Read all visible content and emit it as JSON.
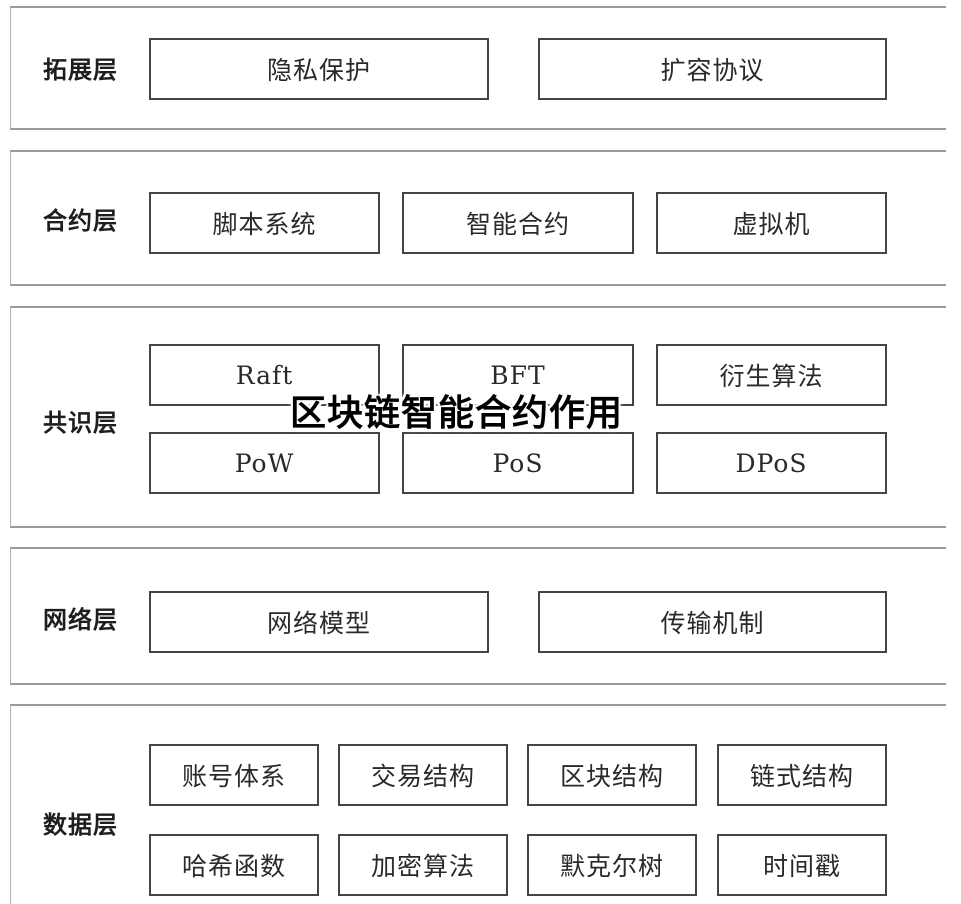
{
  "title_overlay": "区块链智能合约作用",
  "layers": {
    "extension": {
      "label": "拓展层",
      "items": [
        "隐私保护",
        "扩容协议"
      ]
    },
    "contract": {
      "label": "合约层",
      "items": [
        "脚本系统",
        "智能合约",
        "虚拟机"
      ]
    },
    "consensus": {
      "label": "共识层",
      "items": [
        "Raft",
        "BFT",
        "衍生算法",
        "PoW",
        "PoS",
        "DPoS"
      ]
    },
    "network": {
      "label": "网络层",
      "items": [
        "网络模型",
        "传输机制"
      ]
    },
    "data": {
      "label": "数据层",
      "items": [
        "账号体系",
        "交易结构",
        "区块结构",
        "链式结构",
        "哈希函数",
        "加密算法",
        "默克尔树",
        "时间戳"
      ]
    }
  }
}
